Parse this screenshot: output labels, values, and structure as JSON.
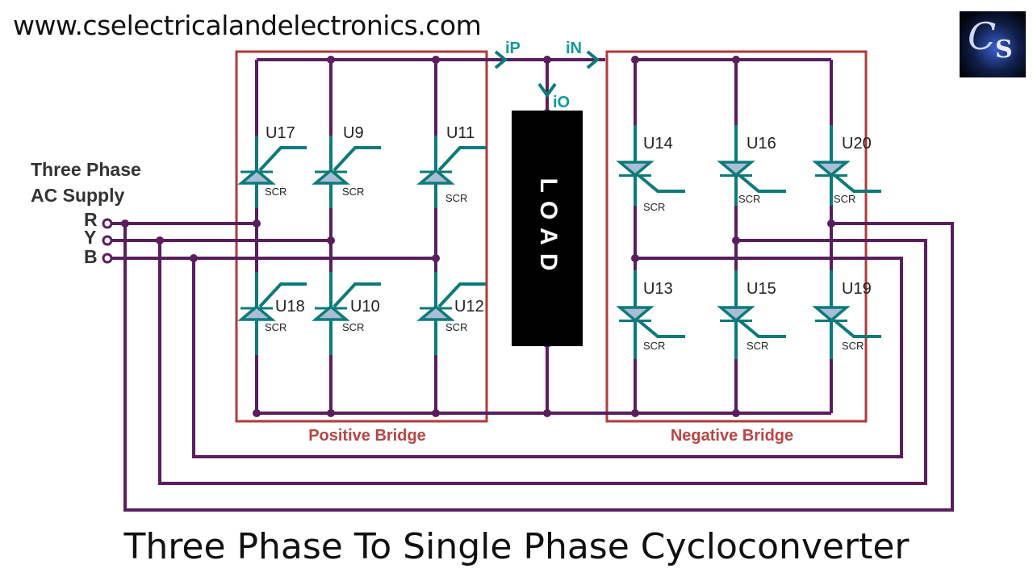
{
  "header": {
    "url": "www.cselectricalandelectronics.com"
  },
  "logo": {
    "letter_c": "C",
    "letter_s": "S"
  },
  "caption": "Three Phase To Single Phase Cycloconverter",
  "supply": {
    "line1": "Three Phase",
    "line2": "AC Supply",
    "phases": [
      "R",
      "Y",
      "B"
    ]
  },
  "load": {
    "label": "LOAD"
  },
  "currents": {
    "positive": "iP",
    "negative": "iN",
    "output": "iO"
  },
  "bridges": {
    "positive": "Positive Bridge",
    "negative": "Negative Bridge"
  },
  "thyristors": {
    "positive_top": [
      "U17",
      "U9",
      "U11"
    ],
    "positive_bottom": [
      "U18",
      "U10",
      "U12"
    ],
    "negative_top": [
      "U14",
      "U16",
      "U20"
    ],
    "negative_bottom": [
      "U13",
      "U15",
      "U19"
    ],
    "type_label": "SCR"
  },
  "colors": {
    "wire": "#5a1e5e",
    "component": "#0e7a7a",
    "bridge_box": "#b03a3a",
    "current_label": "#0e9a9a",
    "load_fill": "#000000"
  }
}
